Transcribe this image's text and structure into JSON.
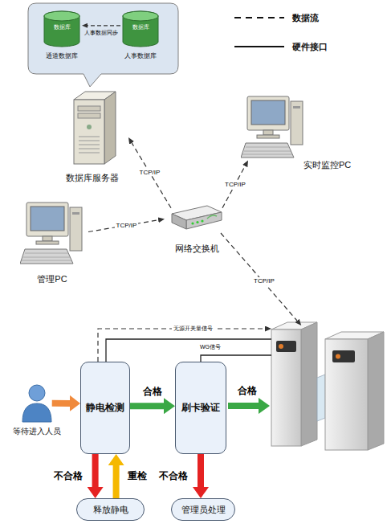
{
  "diagram": {
    "nodes": [
      {
        "text": [
          "数据库",
          "通道数据库"
        ]
      },
      {
        "text": [
          "数据库",
          "人事数据库"
        ]
      },
      {
        "text": [
          "数据库服务器"
        ]
      },
      {
        "text": [
          "实时监控PC"
        ]
      },
      {
        "text": [
          "管理PC"
        ]
      },
      {
        "text": [
          "网络交换机"
        ]
      },
      {
        "text": [
          "等待进入人员"
        ]
      },
      {
        "text": [
          "静电检测"
        ]
      },
      {
        "text": [
          "刷卡验证"
        ]
      },
      {
        "text": [
          "释放静电"
        ]
      },
      {
        "text": [
          "管理员处理"
        ]
      }
    ],
    "edges": [
      {
        "from": 1,
        "to": 0,
        "label": "人事数据同步",
        "arrow": "to"
      },
      {
        "from": 5,
        "to": 2,
        "label": "TCP/IP",
        "arrow": "to"
      },
      {
        "from": 4,
        "to": 5,
        "label": "TCP/IP",
        "arrow": "to"
      },
      {
        "from": 5,
        "to": 3,
        "label": "TCP/IP",
        "arrow": "to"
      },
      {
        "from": 6,
        "to": 7,
        "arrow": "to"
      },
      {
        "from": 7,
        "to": 8,
        "label": "合格",
        "arrow": "to"
      },
      {
        "from": 7,
        "to": 9,
        "label": "不合格",
        "arrow": "to"
      },
      {
        "from": 9,
        "to": 7,
        "label": "重检",
        "arrow": "to"
      },
      {
        "from": 8,
        "to": 10,
        "label": "不合格",
        "arrow": "to"
      }
    ],
    "labels": [
      "TCP/IP",
      "无源开关量信号",
      "WG信号",
      "合格"
    ],
    "legend": [
      {
        "text": "数据流"
      },
      {
        "text": "硬件接口"
      }
    ]
  }
}
